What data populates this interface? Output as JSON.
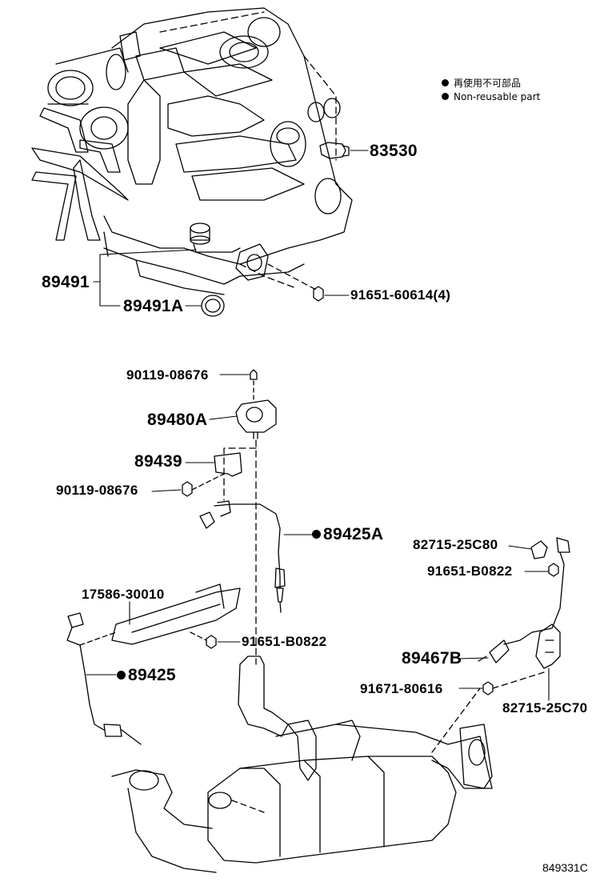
{
  "legend": {
    "jp": "再使用不可部品",
    "en": "Non-reusable part"
  },
  "parts": {
    "p83530": "83530",
    "p89491": "89491",
    "p89491A": "89491A",
    "p91651_60614": "91651-60614(4)",
    "p90119_top": "90119-08676",
    "p89480A": "89480A",
    "p89439": "89439",
    "p90119_mid": "90119-08676",
    "p89425A": "89425A",
    "p82715_25C80": "82715-25C80",
    "p91651_B0822_right": "91651-B0822",
    "p17586": "17586-30010",
    "p91651_B0822_mid": "91651-B0822",
    "p89467B": "89467B",
    "p89425": "89425",
    "p91671": "91671-80616",
    "p82715_25C70": "82715-25C70"
  },
  "figure_id": "849331C"
}
